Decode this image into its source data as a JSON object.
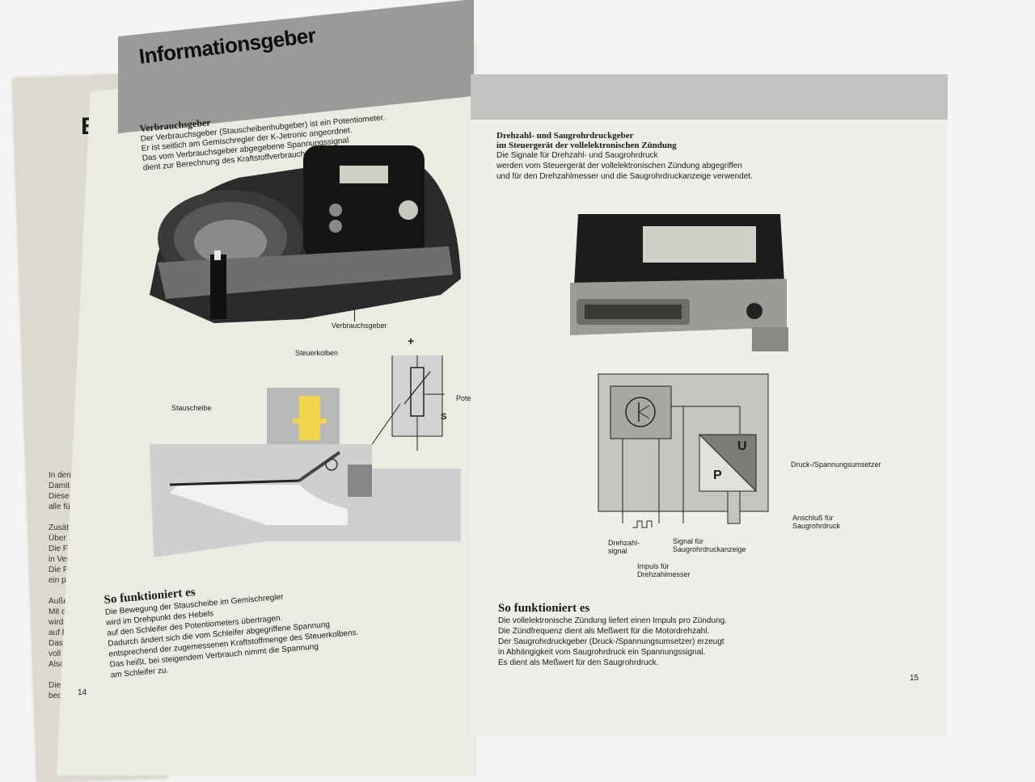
{
  "left_page": {
    "header": "Informationsgeber",
    "section_title": "Verbrauchsgeber",
    "intro_lines": [
      "Der Verbrauchsgeber (Stauscheibenhubgeber) ist ein Potentiometer.",
      "Er ist seitlich am Gemischregler der K-Jetronic angeordnet.",
      "Das vom Verbrauchsgeber abgegebene Spannungssignal",
      "dient zur Berechnung des Kraftstoffverbrauchs."
    ],
    "photo_caption": "Verbrauchsgeber",
    "diagram_labels": {
      "steuerkolben": "Steuerkolben",
      "stauscheibe": "Stauscheibe",
      "plus": "+",
      "s": "S",
      "poten": "Poten"
    },
    "how_title": "So funktioniert es",
    "how_lines": [
      "Die Bewegung der Stauscheibe im Gemischregler",
      "wird im Drehpunkt des Hebels",
      "auf den Schleifer des Potentiometers übertragen.",
      "Dadurch ändert sich die vom Schleifer abgegriffene Spannung",
      "entsprechend der zugemessenen Kraftstoffmenge des Steuerkolbens.",
      "Das heißt, bei steigendem Verbrauch nimmt die Spannung",
      "am Schleifer zu."
    ],
    "page_number": "14"
  },
  "right_page": {
    "section_title_1": "Drehzahl- und Saugrohrdruckgeber",
    "section_title_2": "im Steuergerät der vollelektronischen Zündung",
    "intro_lines": [
      "Die Signale für Drehzahl- und Saugrohrdruck",
      "werden vom Steuergerät der vollelektronischen Zündung abgegriffen",
      "und für den Drehzahlmesser und die Saugrohrdruckanzeige verwendet."
    ],
    "diagram_labels": {
      "u": "U",
      "p": "P",
      "umsetzer": "Druck-/Spannungsumsetzer",
      "anschluss_1": "Anschluß für",
      "anschluss_2": "Saugrohrdruck",
      "drehzahl_1": "Drehzahl-",
      "drehzahl_2": "signal",
      "signal_1": "Signal für",
      "signal_2": "Saugrohrdruckanzeige",
      "impuls_1": "Impuls für",
      "impuls_2": "Drehzahlmesser"
    },
    "how_title": "So funktioniert es",
    "how_lines": [
      "Die vollelektronische Zündung liefert einen Impuls pro Zündung.",
      "Die Zündfrequenz dient als Meßwert für die Motordrehzahl.",
      "Der Saugrohrdruckgeber (Druck-/Spannungsumsetzer) erzeugt",
      "in Abhängigkeit vom Saugrohrdruck ein Spannungssignal.",
      "Es dient als Meßwert für den Saugrohrdruck."
    ],
    "page_number": "15"
  },
  "under_page": {
    "title_fragment": "Elek",
    "subtitle_fragment": "I",
    "text_lines": [
      "In den Au",
      "Damit beg",
      "Diese neu",
      "alle für de",
      "",
      "Zusätzlic",
      "Über den",
      "Die Funkt",
      "in Verbind",
      "Die Funkt",
      "ein planv",
      "",
      "Außerdem",
      "Mit diesem",
      "wird der F",
      "auf Fehlfu",
      "Das heißt",
      "voll auf d",
      "Also ein",
      "",
      "Diese au",
      "bedeuter"
    ]
  }
}
